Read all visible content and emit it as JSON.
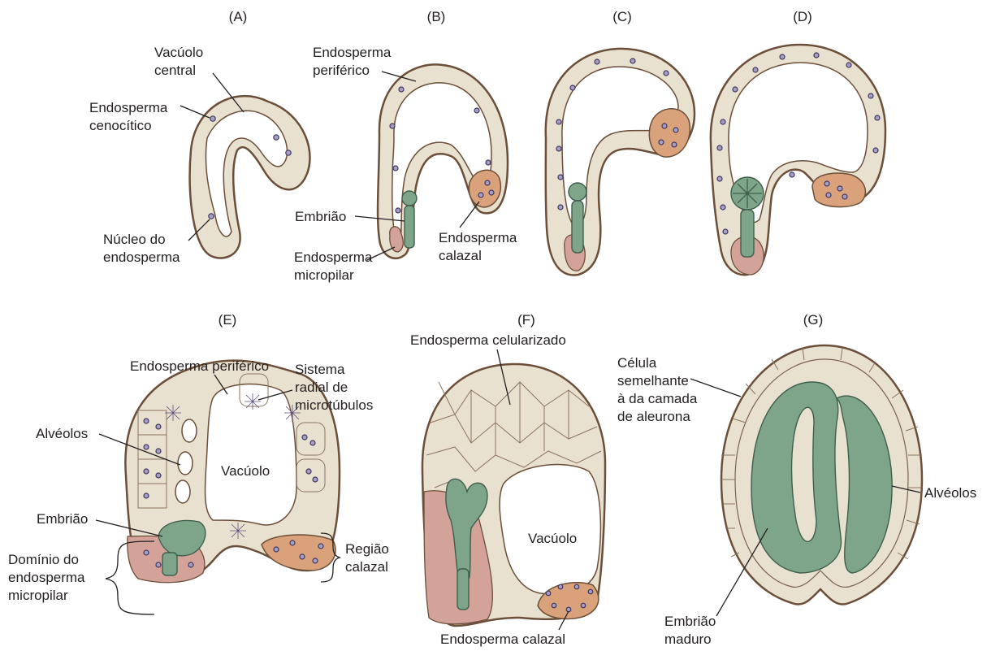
{
  "panels": {
    "A": "(A)",
    "B": "(B)",
    "C": "(C)",
    "D": "(D)",
    "E": "(E)",
    "F": "(F)",
    "G": "(G)"
  },
  "labels": {
    "vacuolo_central": [
      "Vacúolo",
      "central"
    ],
    "endosperma_cenocitico": [
      "Endosperma",
      "cenocítico"
    ],
    "nucleo_endosperma": [
      "Núcleo do",
      "endosperma"
    ],
    "endosperma_periferico_b": [
      "Endosperma",
      "periférico"
    ],
    "embriao_b": "Embrião",
    "endosperma_calazal_b": [
      "Endosperma",
      "calazal"
    ],
    "endosperma_micropilar_b": [
      "Endosperma",
      "micropilar"
    ],
    "endosperma_periferico_e": "Endosperma periférico",
    "sistema_radial": [
      "Sistema",
      "radial de",
      "microtúbulos"
    ],
    "alveolos_e": "Alvéolos",
    "vacuolo_e": "Vacúolo",
    "embriao_e": "Embrião",
    "dominio_micropilar": [
      "Domínio do",
      "endosperma",
      "micropilar"
    ],
    "regiao_calazal": [
      "Região",
      "calazal"
    ],
    "endosperma_celularizado": "Endosperma celularizado",
    "vacuolo_f": "Vacúolo",
    "endosperma_calazal_f": "Endosperma calazal",
    "celula_aleurona": [
      "Célula",
      "semelhante",
      "à da camada",
      "de aleurona"
    ],
    "alveolos_g": "Alvéolos",
    "embriao_maduro": [
      "Embrião",
      "maduro"
    ]
  },
  "colors": {
    "endosperm": "#e9e1cf",
    "outline": "#6b4f3a",
    "embryo": "#7ea58a",
    "chalazal": "#d9a27a",
    "micropylar": "#d3a39a",
    "nucleus": "#a8a0c4"
  }
}
